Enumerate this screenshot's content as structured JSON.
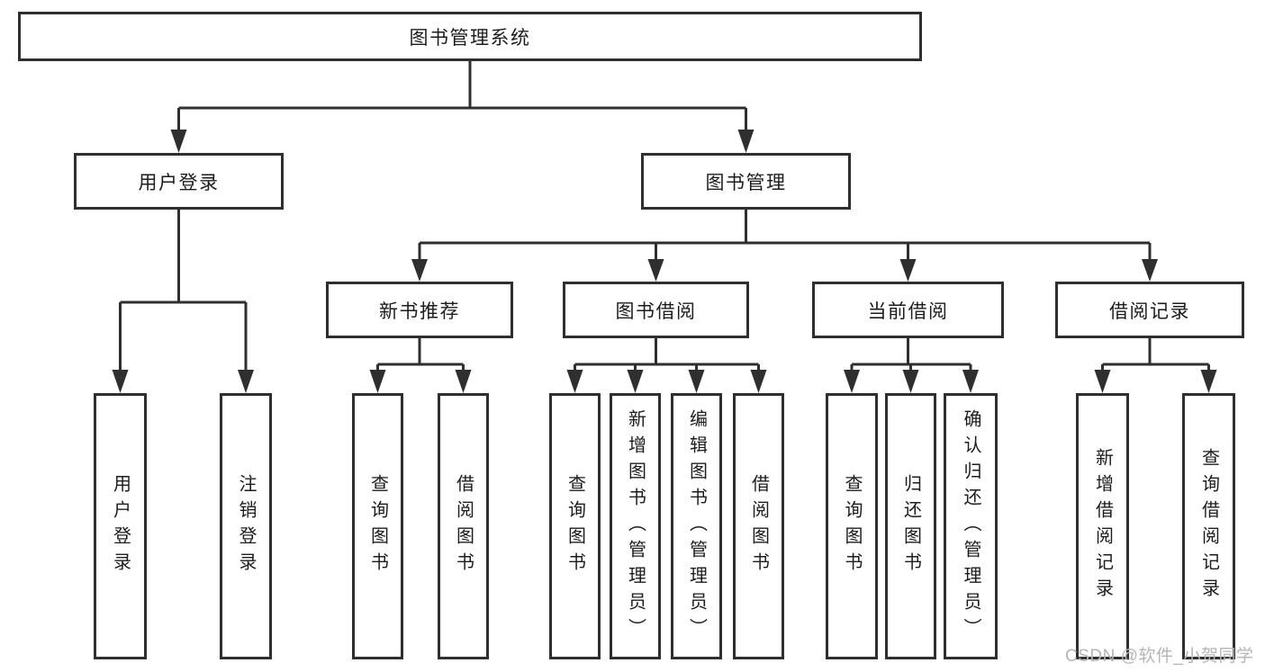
{
  "tree": {
    "root": "图书管理系统",
    "branches": [
      {
        "label": "用户登录",
        "children": [
          "用户登录",
          "注销登录"
        ]
      },
      {
        "label": "图书管理",
        "children": [
          {
            "label": "新书推荐",
            "children": [
              "查询图书",
              "借阅图书"
            ]
          },
          {
            "label": "图书借阅",
            "children": [
              "查询图书",
              "新增图书（管理员）",
              "编辑图书（管理员）",
              "借阅图书"
            ]
          },
          {
            "label": "当前借阅",
            "children": [
              "查询图书",
              "归还图书",
              "确认归还（管理员）"
            ]
          },
          {
            "label": "借阅记录",
            "children": [
              "新增借阅记录",
              "查询借阅记录"
            ]
          }
        ]
      }
    ]
  },
  "watermark": "CSDN @软件_小贺同学",
  "colors": {
    "line": "#2f2f2f",
    "text": "#1c1c1c",
    "box_background": "#ffffff",
    "watermark": "#b5b5b5",
    "background": "#ffffff"
  }
}
